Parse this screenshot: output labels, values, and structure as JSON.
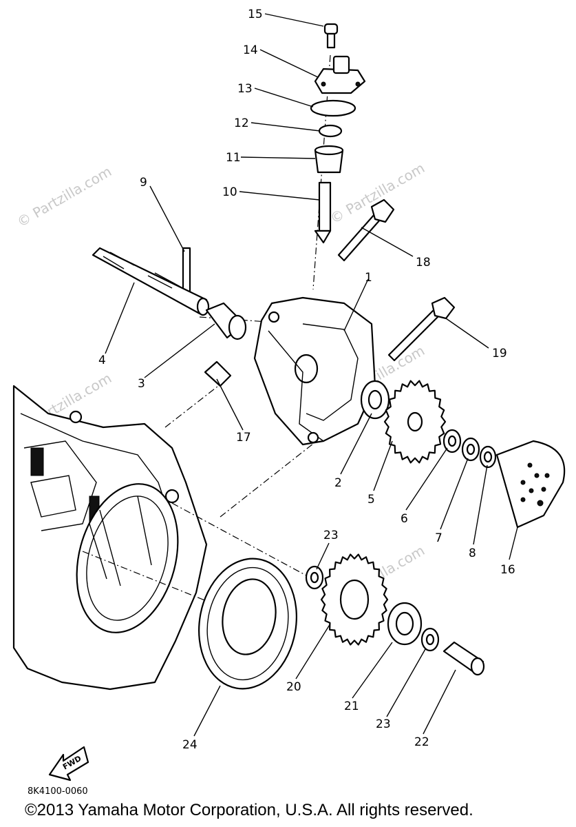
{
  "watermark": "© Partzilla.com",
  "drawing_code": "8K4100-0060",
  "direction_label": "FWD",
  "copyright": "©2013 Yamaha Motor Corporation, U.S.A. All rights reserved.",
  "callouts": {
    "c1": "1",
    "c2": "2",
    "c3": "3",
    "c4": "4",
    "c5": "5",
    "c6": "6",
    "c7": "7",
    "c8": "8",
    "c9": "9",
    "c10": "10",
    "c11": "11",
    "c12": "12",
    "c13": "13",
    "c14": "14",
    "c15": "15",
    "c16": "16",
    "c17": "17",
    "c18": "18",
    "c19": "19",
    "c20": "20",
    "c21": "21",
    "c22": "22",
    "c23a": "23",
    "c23b": "23",
    "c24": "24"
  }
}
